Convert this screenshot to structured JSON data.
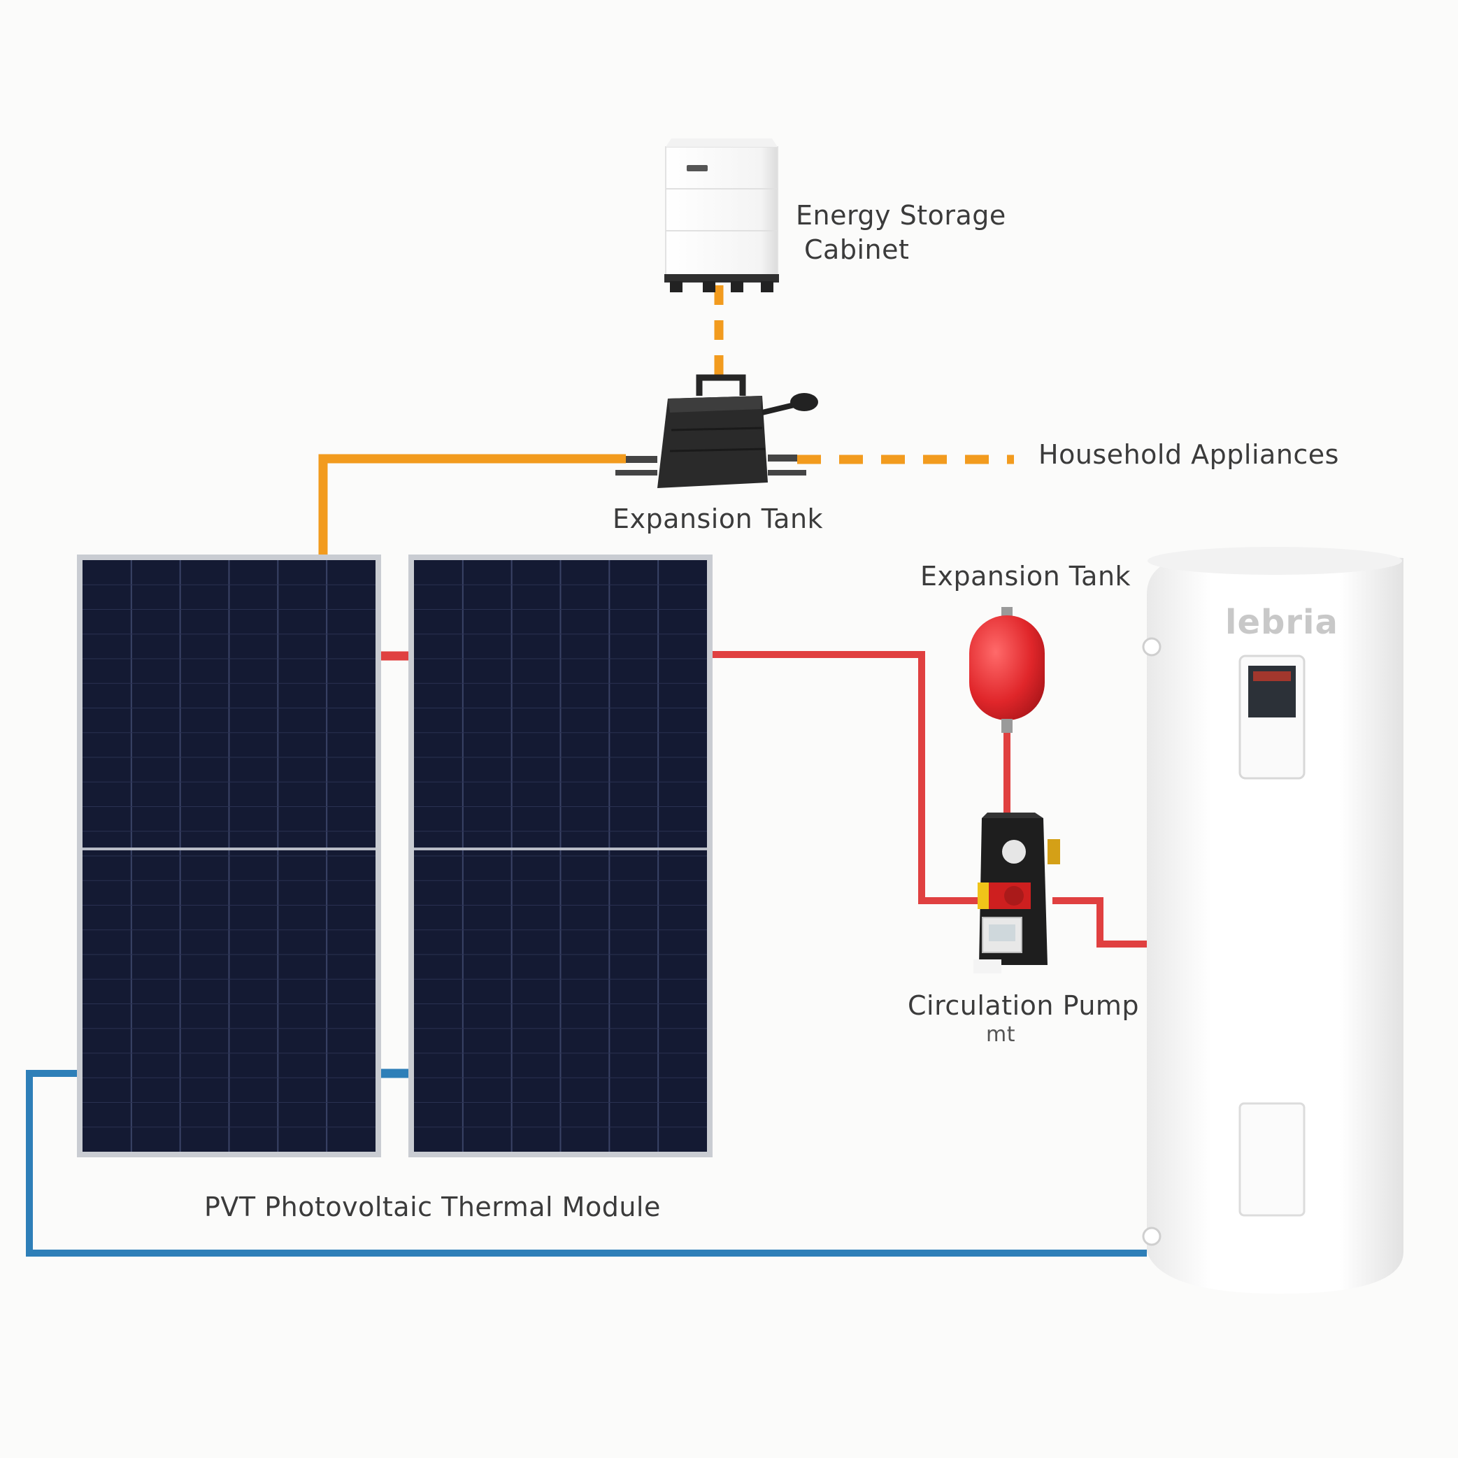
{
  "labels": {
    "energy_storage_line1": "Energy Storage",
    "energy_storage_line2": "Cabinet",
    "household_appliances": "Household Appliances",
    "inverter_label": "Expansion Tank",
    "expansion_tank": "Expansion Tank",
    "circulation_pump": "Circulation Pump",
    "pump_sub": "mt",
    "pvt_module": "PVT Photovoltaic Thermal Module",
    "tank_brand": "lebria"
  },
  "colors": {
    "ac_line": "#f29b1e",
    "hot_pipe": "#e04040",
    "cold_pipe": "#2e7fb8",
    "panel_cell": "#141a33",
    "panel_frame": "#c9ccd2",
    "expansion_tank": "#e0262a",
    "water_heater": "#ffffff"
  },
  "icons": {
    "battery": "battery-cabinet-icon",
    "inverter": "microinverter-icon",
    "expansion_tank": "expansion-tank-icon",
    "pump": "circulation-pump-icon",
    "heater": "water-heater-icon",
    "panel": "solar-panel-icon"
  }
}
